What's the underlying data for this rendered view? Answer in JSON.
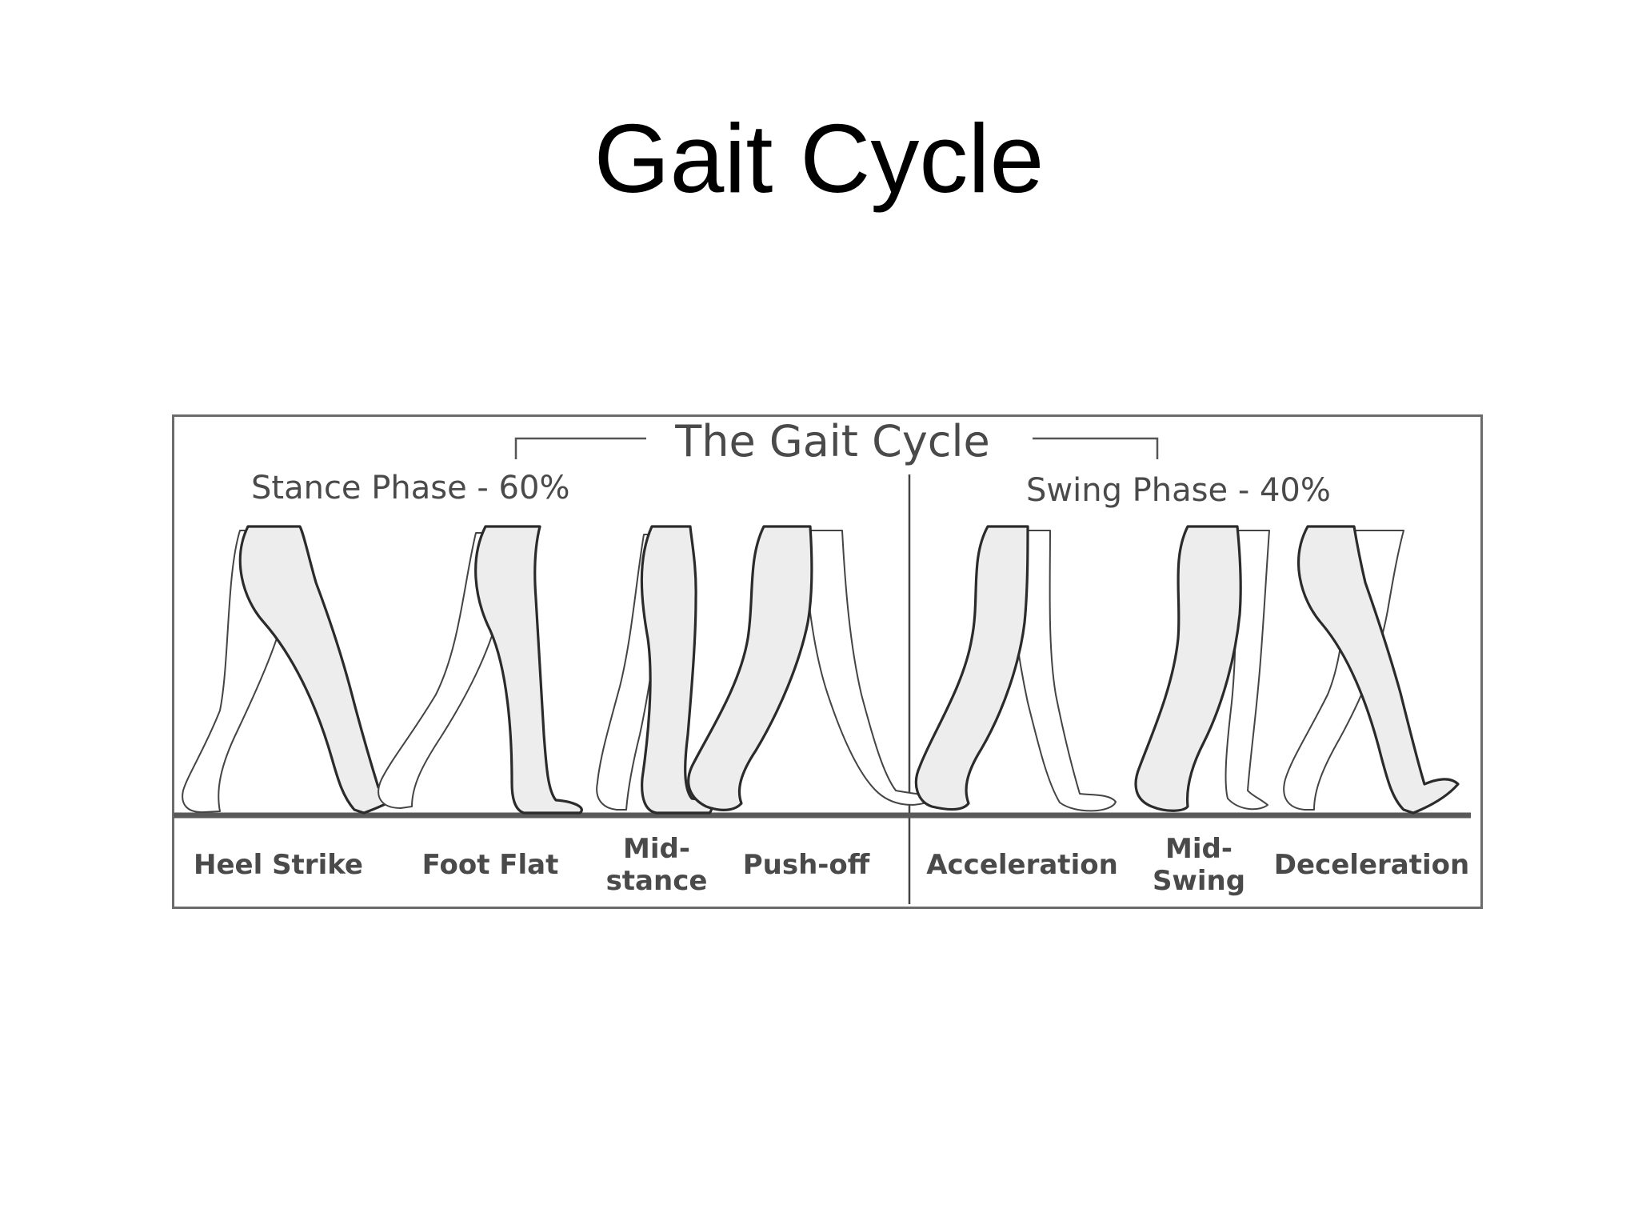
{
  "slide": {
    "title": "Gait Cycle"
  },
  "figure": {
    "heading": "The Gait Cycle",
    "stance_label": "Stance Phase - 60%",
    "swing_label": "Swing Phase - 40%",
    "phases": [
      {
        "line1": "Heel Strike",
        "line2": ""
      },
      {
        "line1": "Foot Flat",
        "line2": ""
      },
      {
        "line1": "Mid-",
        "line2": "stance"
      },
      {
        "line1": "Push-off",
        "line2": ""
      },
      {
        "line1": "Acceleration",
        "line2": ""
      },
      {
        "line1": "Mid-",
        "line2": "Swing"
      },
      {
        "line1": "Deceleration",
        "line2": ""
      }
    ],
    "colors": {
      "frame": "#6b6b6b",
      "text": "#4a4a4a",
      "ground": "#5a5a5a",
      "leg_fill": "#ededed",
      "leg_stroke": "#2b2b2b"
    }
  }
}
